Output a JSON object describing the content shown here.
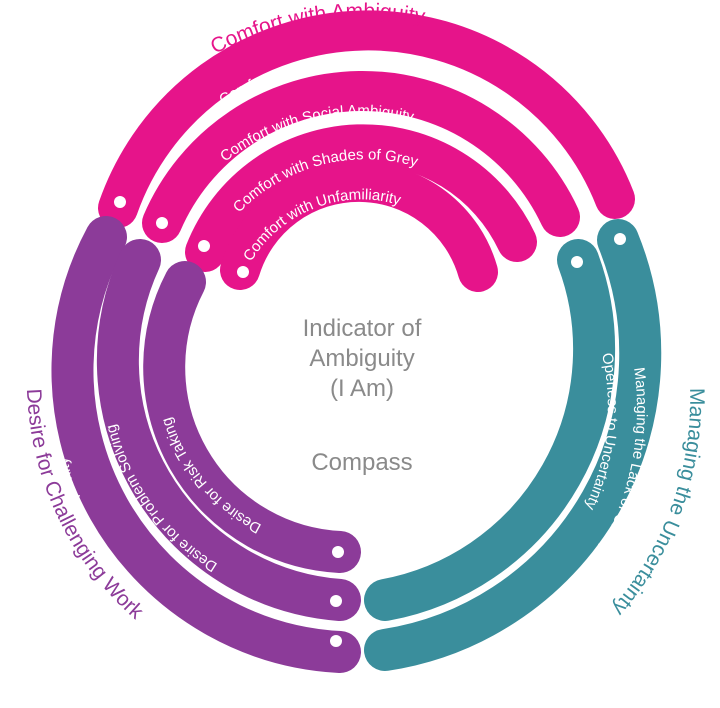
{
  "center": {
    "line1": "Indicator of",
    "line2": "Ambiguity",
    "line3": "(I Am)",
    "line4": "Compass"
  },
  "colors": {
    "magenta": "#e6148a",
    "purple": "#8c3b99",
    "teal": "#3a8e9c",
    "center_text": "#8a8a8a"
  },
  "magenta": {
    "heading": "Comfort with Ambiguity",
    "bands": [
      "Comfort with Difficult Problems",
      "Comfort with Social Ambiguity",
      "Comfort with Shades of Grey",
      "Comfort with Unfamiliarity"
    ]
  },
  "purple": {
    "heading": "Desire for Challenging Work",
    "bands": [
      "Desire for Complexity",
      "Desire for Problem Solving",
      "Desire for Risk Taking"
    ]
  },
  "teal": {
    "heading": "Managing the Uncertainty",
    "bands": [
      "Managing the Lack of Clarity",
      "Openess to Uncertainty"
    ]
  }
}
